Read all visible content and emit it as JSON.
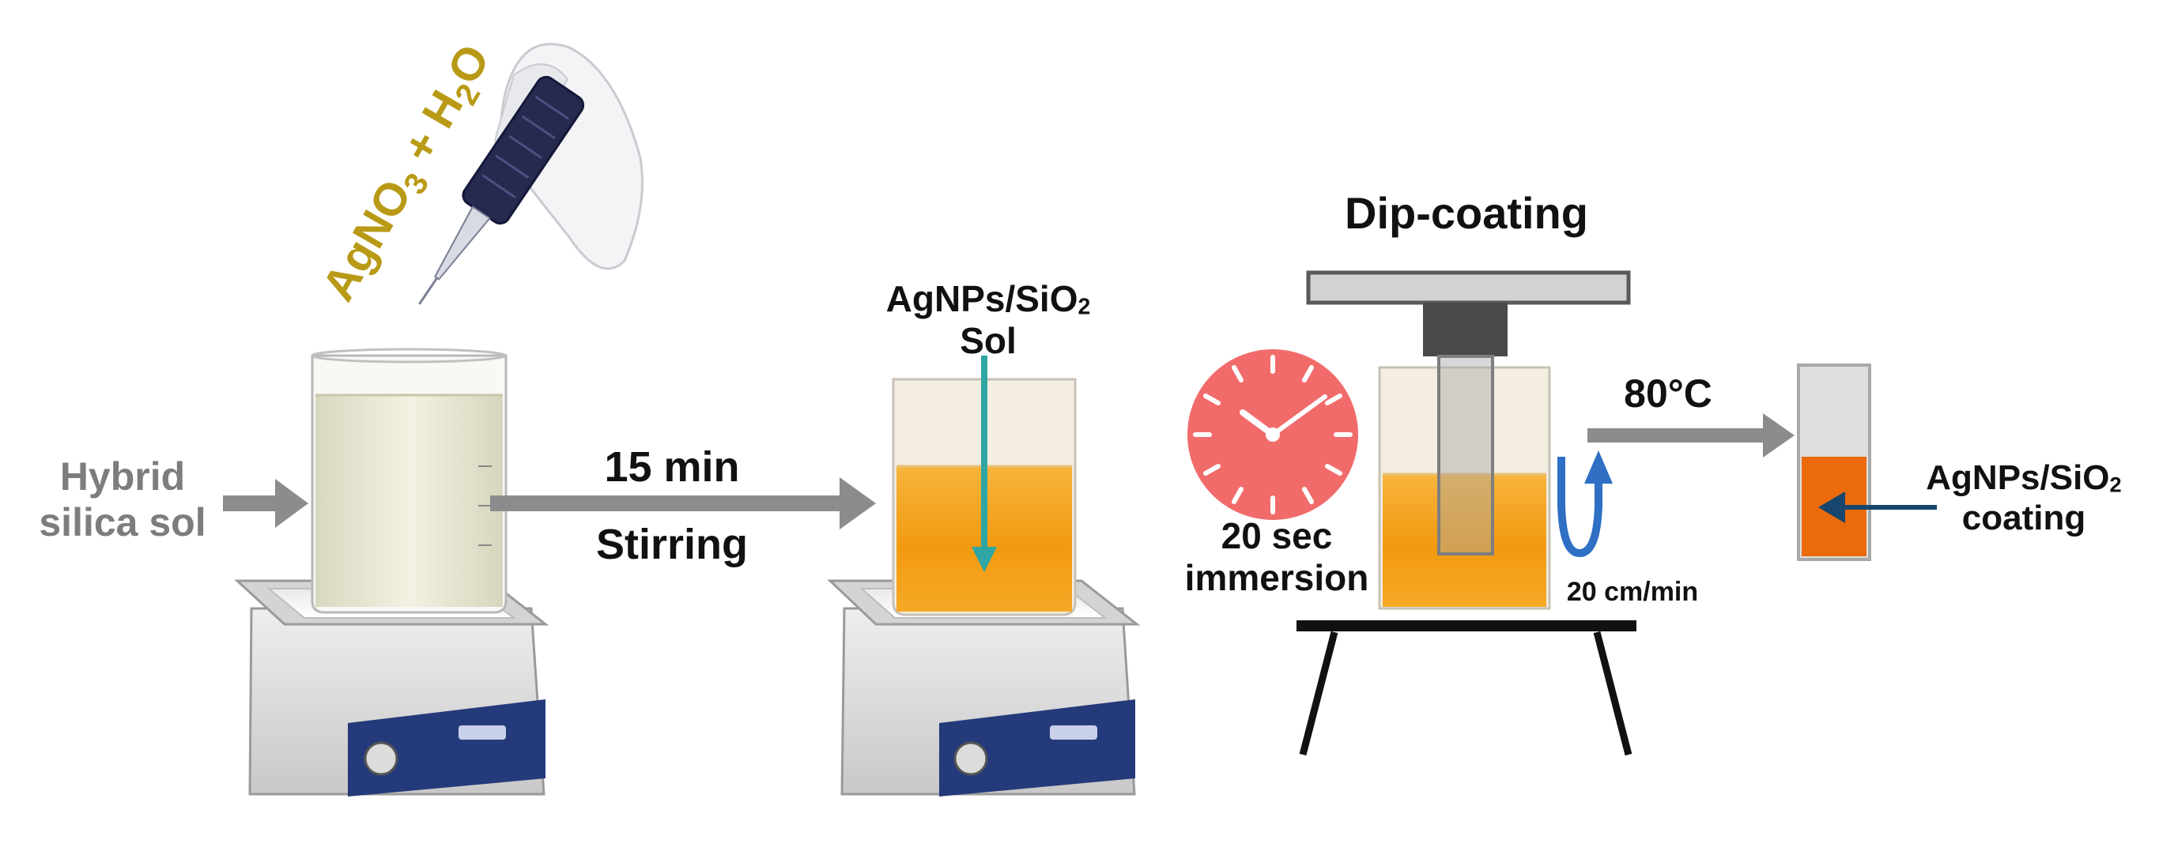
{
  "colors": {
    "gray_arrow": "#8c8c8c",
    "sol_orange": "#f5a31c",
    "reagent_gold": "#b99a16",
    "clock_red": "#f26b6b",
    "coating_orange": "#ea6a0c",
    "rotation_blue": "#2f6fc4",
    "stage_black": "#111111",
    "navy_arrow": "#16466e",
    "teal_arrow": "#2fa6a3"
  },
  "labels": {
    "start_line1": "Hybrid",
    "start_line2": "silica sol",
    "reagent_prefix": "AgNO",
    "reagent_sub1": "3",
    "reagent_mid": " + H",
    "reagent_sub2": "2",
    "reagent_suffix": "O",
    "step1_time": "15 min",
    "step1_action": "Stirring",
    "sol_line1_prefix": "AgNPs/SiO",
    "sol_line1_sub": "2",
    "sol_line2": "Sol",
    "dip_title": "Dip-coating",
    "immersion_line1": "20 sec",
    "immersion_line2": "immersion",
    "withdraw_speed": "20 cm/min",
    "cure_temp": "80°C",
    "result_line1_prefix": "AgNPs/SiO",
    "result_line1_sub": "2",
    "result_line2": "coating"
  },
  "icons": {
    "stirrer": "magnetic-stirrer-hotplate-icon",
    "beaker": "glass-beaker-icon",
    "pipette": "pipette-in-gloved-hand-icon",
    "clock": "clock-icon",
    "rotation": "u-turn-arrow-icon",
    "dip_coater": "dip-coater-icon",
    "vial": "coated-substrate-vial-icon"
  }
}
